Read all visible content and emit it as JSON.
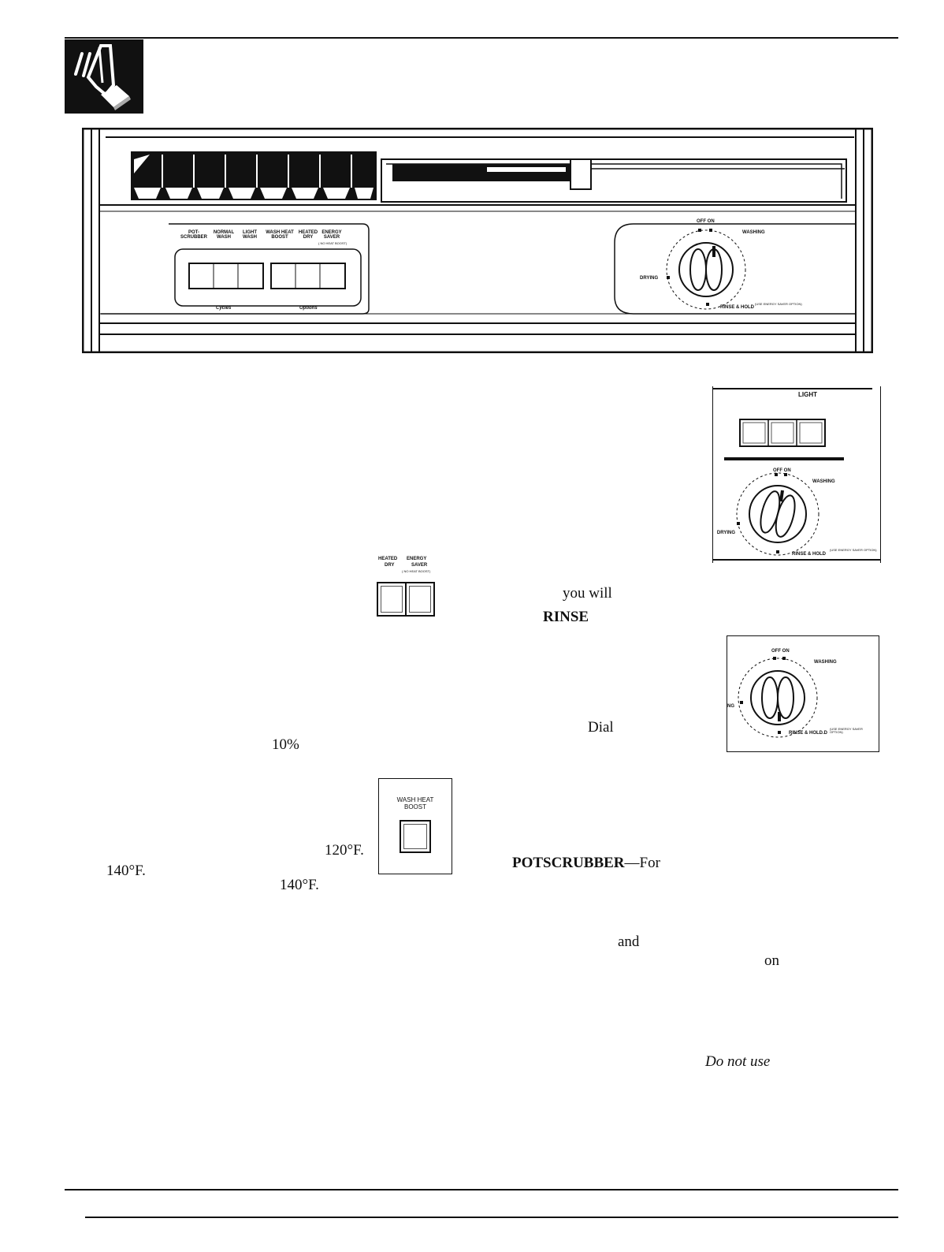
{
  "panel": {
    "cycle_labels": [
      "POT-\nSCRUBBER",
      "NORMAL\nWASH",
      "LIGHT\nWASH"
    ],
    "option_labels": [
      "WASH HEAT\nBOOST",
      "HEATED\nDRY",
      "ENERGY\nSAVER"
    ],
    "energy_saver_note": "( NO HEAT BOOST)",
    "group_cycles": "Cycles",
    "group_options": "Options",
    "dial": {
      "off_on": "OFF ON",
      "washing": "WASHING",
      "drying": "DRYING",
      "rinse_hold": "RINSE & HOLD",
      "rinse_note_pre": "(USE",
      "rinse_note_energy": "ENERGY",
      "rinse_note_saver": "SAVER",
      "rinse_note_post": "OPTION)"
    }
  },
  "inset1": {
    "light": "LIGHT",
    "off_on": "OFF ON",
    "washing": "WASHING",
    "drying": "DRYING",
    "rinse_hold": "RINSE & HOLD",
    "note": "(USE ENERGY SAVER OPTION)"
  },
  "inset2": {
    "heated": "HEATED",
    "energy": "ENERGY",
    "dry": "DRY",
    "saver": "SAVER",
    "note": "( NO HEAT BOOST)"
  },
  "inset3": {
    "off_on": "OFF ON",
    "washing": "WASHING",
    "drying_partial": "NG",
    "rinse_hold": "RINSE & HOLD.D",
    "note": "(USE ENERGY SAVER OPTION)"
  },
  "inset4": {
    "label": "WASH HEAT\nBOOST"
  },
  "text_fragments": {
    "you_will": "you will",
    "rinse": "RINSE",
    "dial": "Dial",
    "pct": "10%",
    "temp_120": "120°F.",
    "temp_140a": "140°F.",
    "temp_140b": "140°F.",
    "potscrubber": "POTSCRUBBER",
    "for": "—For",
    "and": "and",
    "on": "on",
    "do_not_use": "Do not use"
  }
}
